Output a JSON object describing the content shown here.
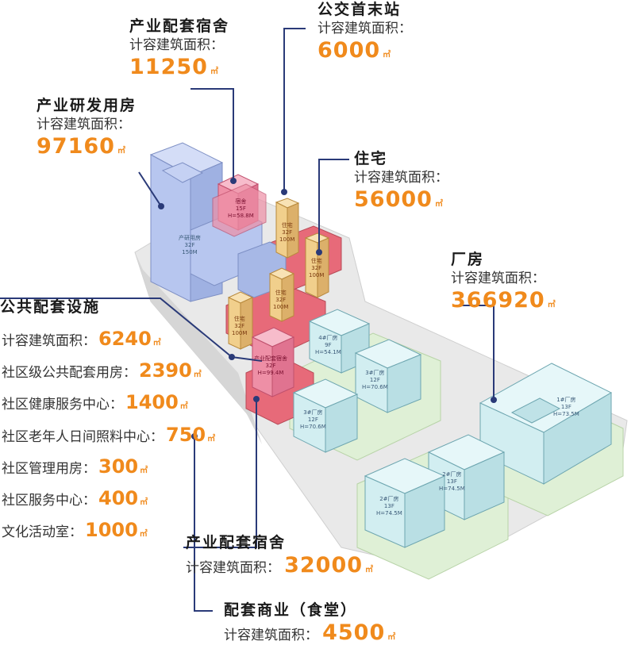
{
  "dorm_top": {
    "title": "产业配套宿舍",
    "sublabel": "计容建筑面积：",
    "value": "11250",
    "unit": "㎡"
  },
  "bus": {
    "title": "公交首末站",
    "sublabel": "计容建筑面积：",
    "value": "6000",
    "unit": "㎡"
  },
  "rnd": {
    "title": "产业研发用房",
    "sublabel": "计容建筑面积：",
    "value": "97160",
    "unit": "㎡"
  },
  "housing": {
    "title": "住宅",
    "sublabel": "计容建筑面积：",
    "value": "56000",
    "unit": "㎡"
  },
  "factory": {
    "title": "厂房",
    "sublabel": "计容建筑面积：",
    "value": "366920",
    "unit": "㎡"
  },
  "public": {
    "title": "公共配套设施",
    "rows": [
      {
        "label": "计容建筑面积：",
        "value": "6240",
        "unit": "㎡"
      },
      {
        "label": "社区级公共配套用房：",
        "value": "2390",
        "unit": "㎡"
      },
      {
        "label": "社区健康服务中心：",
        "value": "1400",
        "unit": "㎡"
      },
      {
        "label": "社区老年人日间照料中心：",
        "value": "750",
        "unit": "㎡"
      },
      {
        "label": "社区管理用房：",
        "value": "300",
        "unit": "㎡"
      },
      {
        "label": "社区服务中心：",
        "value": "400",
        "unit": "㎡"
      },
      {
        "label": "文化活动室：",
        "value": "1000",
        "unit": "㎡"
      }
    ]
  },
  "dorm_bottom": {
    "title": "产业配套宿舍",
    "sublabel": "计容建筑面积：",
    "value": "32000",
    "unit": "㎡"
  },
  "commercial": {
    "title": "配套商业（食堂）",
    "sublabel": "计容建筑面积：",
    "value": "4500",
    "unit": "㎡"
  },
  "buildings": {
    "rnd_tower": [
      "产研用房",
      "32F",
      "150M"
    ],
    "dorm_tower": [
      "宿舍",
      "15F",
      "H=58.8M"
    ],
    "res1": [
      "住宅",
      "32F",
      "100M"
    ],
    "res2": [
      "住宅",
      "32F",
      "100M"
    ],
    "res3": [
      "住宅",
      "32F",
      "100M"
    ],
    "res4": [
      "住宅",
      "32F",
      "100M"
    ],
    "dorm2": [
      "产业配套宿舍",
      "32F",
      "H=99.4M"
    ],
    "f4": [
      "4#厂房",
      "9F",
      "H=54.1M"
    ],
    "f3a": [
      "3#厂房",
      "12F",
      "H=70.6M"
    ],
    "f3b": [
      "3#厂房",
      "12F",
      "H=70.6M"
    ],
    "f1": [
      "1#厂房",
      "13F",
      "H=73.5M"
    ],
    "f2a": [
      "2#厂房",
      "13F",
      "H=74.5M"
    ],
    "f2b": [
      "2#厂房",
      "13F",
      "H=74.5M"
    ]
  },
  "colors": {
    "accent_orange": "#f08a1c",
    "leader_blue": "#2a3a78",
    "rnd_blue": "#b7c6ef",
    "dorm_pink": "#ee8fa6",
    "residential_gold": "#f1cf8c",
    "factory_cyan": "#d2eef1",
    "podium_green": "#dff0d6",
    "podium_red": "#e76a79"
  }
}
